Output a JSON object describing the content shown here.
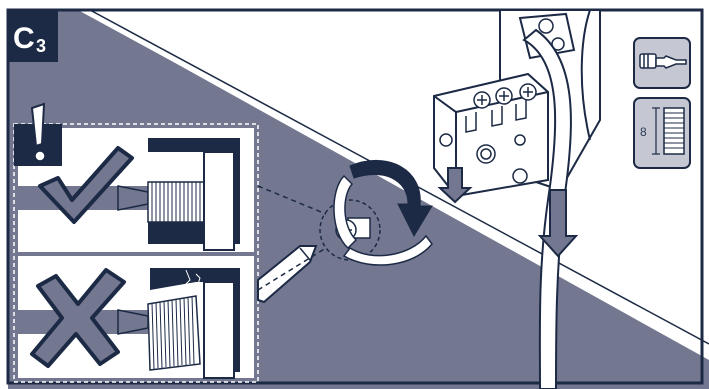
{
  "step": {
    "letter": "C",
    "number": "3"
  },
  "warning": {
    "symbol": "!"
  },
  "tools": {
    "screwdriver": {
      "icon": "screwdriver-icon"
    },
    "strip_length": {
      "value": "8",
      "icon": "wire-strip-length-icon"
    }
  },
  "checks": {
    "correct": {
      "icon": "checkmark-icon"
    },
    "incorrect": {
      "icon": "cross-icon"
    }
  },
  "colors": {
    "navy": "#1c2a45",
    "slate": "#737890",
    "panel_gray": "#c5c8d2",
    "white": "#ffffff"
  }
}
